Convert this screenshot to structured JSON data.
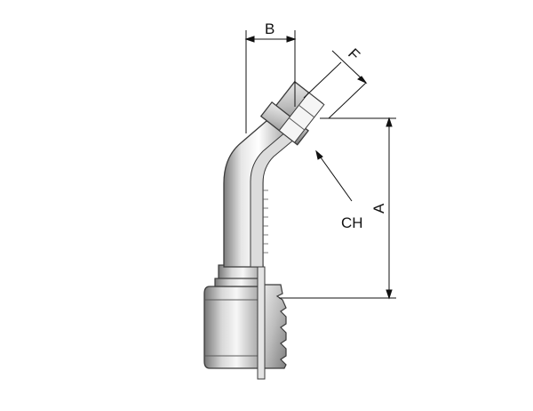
{
  "labels": {
    "b": "B",
    "f": "F",
    "ch": "CH",
    "a": "A"
  },
  "colors": {
    "background": "#ffffff",
    "line": "#111111",
    "metal_light": "#f2f2f2",
    "metal_mid": "#c9c9c9",
    "metal_dark": "#8a8a8a",
    "outline": "#3a3a3a"
  }
}
